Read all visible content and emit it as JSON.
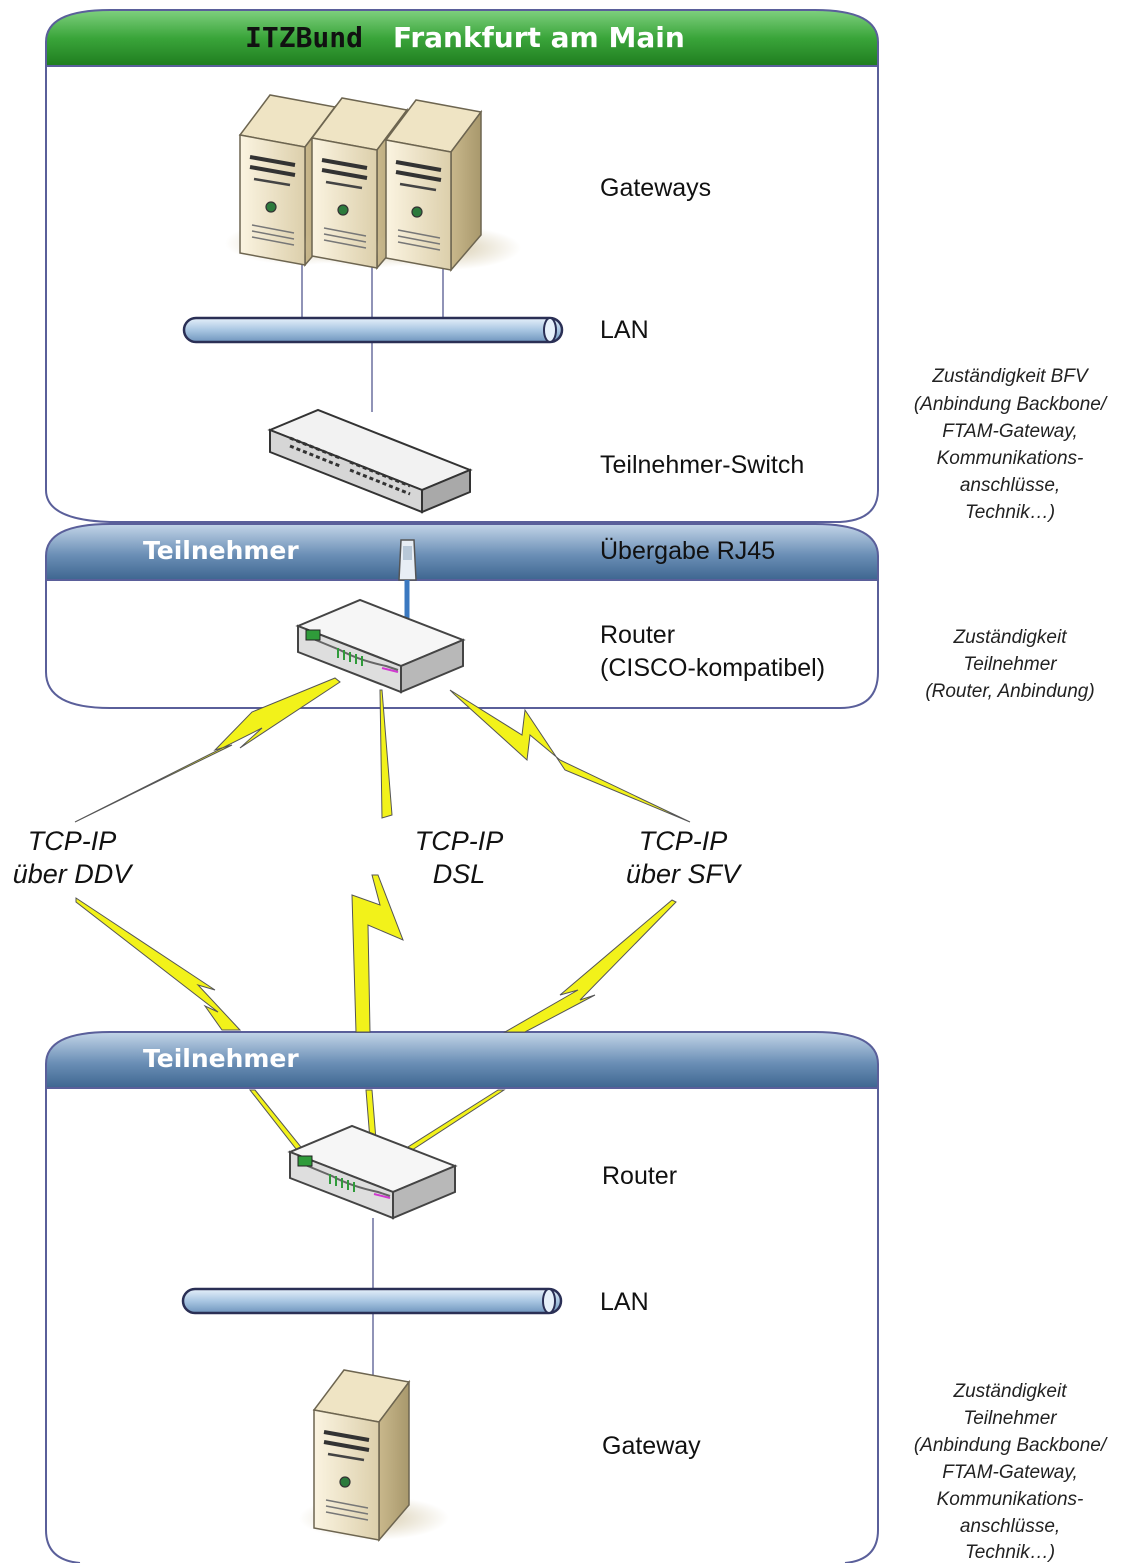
{
  "header": {
    "org": "ITZBund",
    "location": "Frankfurt am Main"
  },
  "bands": {
    "participant_upper": "Teilnehmer",
    "participant_lower": "Teilnehmer"
  },
  "upper_site": {
    "gateways": "Gateways",
    "lan": "LAN",
    "switch": "Teilnehmer-Switch",
    "handover": "Übergabe RJ45",
    "router_line1": "Router",
    "router_line2": "(CISCO-kompatibel)"
  },
  "links": {
    "ddv_line1": "TCP-IP",
    "ddv_line2": "über DDV",
    "dsl_line1": "TCP-IP",
    "dsl_line2": "DSL",
    "sfv_line1": "TCP-IP",
    "sfv_line2": "über SFV"
  },
  "lower_site": {
    "router": "Router",
    "lan": "LAN",
    "gateway": "Gateway"
  },
  "responsibility": {
    "bfv": [
      "Zuständigkeit BFV",
      "(Anbindung Backbone/",
      "FTAM-Gateway,",
      "Kommunikations-",
      "anschlüsse,",
      "Technik…)"
    ],
    "participant_router": [
      "Zuständigkeit",
      "Teilnehmer",
      "(Router, Anbindung)"
    ],
    "participant_full": [
      "Zuständigkeit",
      "Teilnehmer",
      "(Anbindung Backbone/",
      "FTAM-Gateway,",
      "Kommunikations-",
      "anschlüsse,",
      "Technik…)"
    ]
  },
  "colors": {
    "header_green": "#3aa53a",
    "band_blue": "#4f7aa5",
    "frame_line": "#5a5f9a",
    "lightning": "#f2f21a",
    "lan_pipe": "#a9c6e2"
  }
}
